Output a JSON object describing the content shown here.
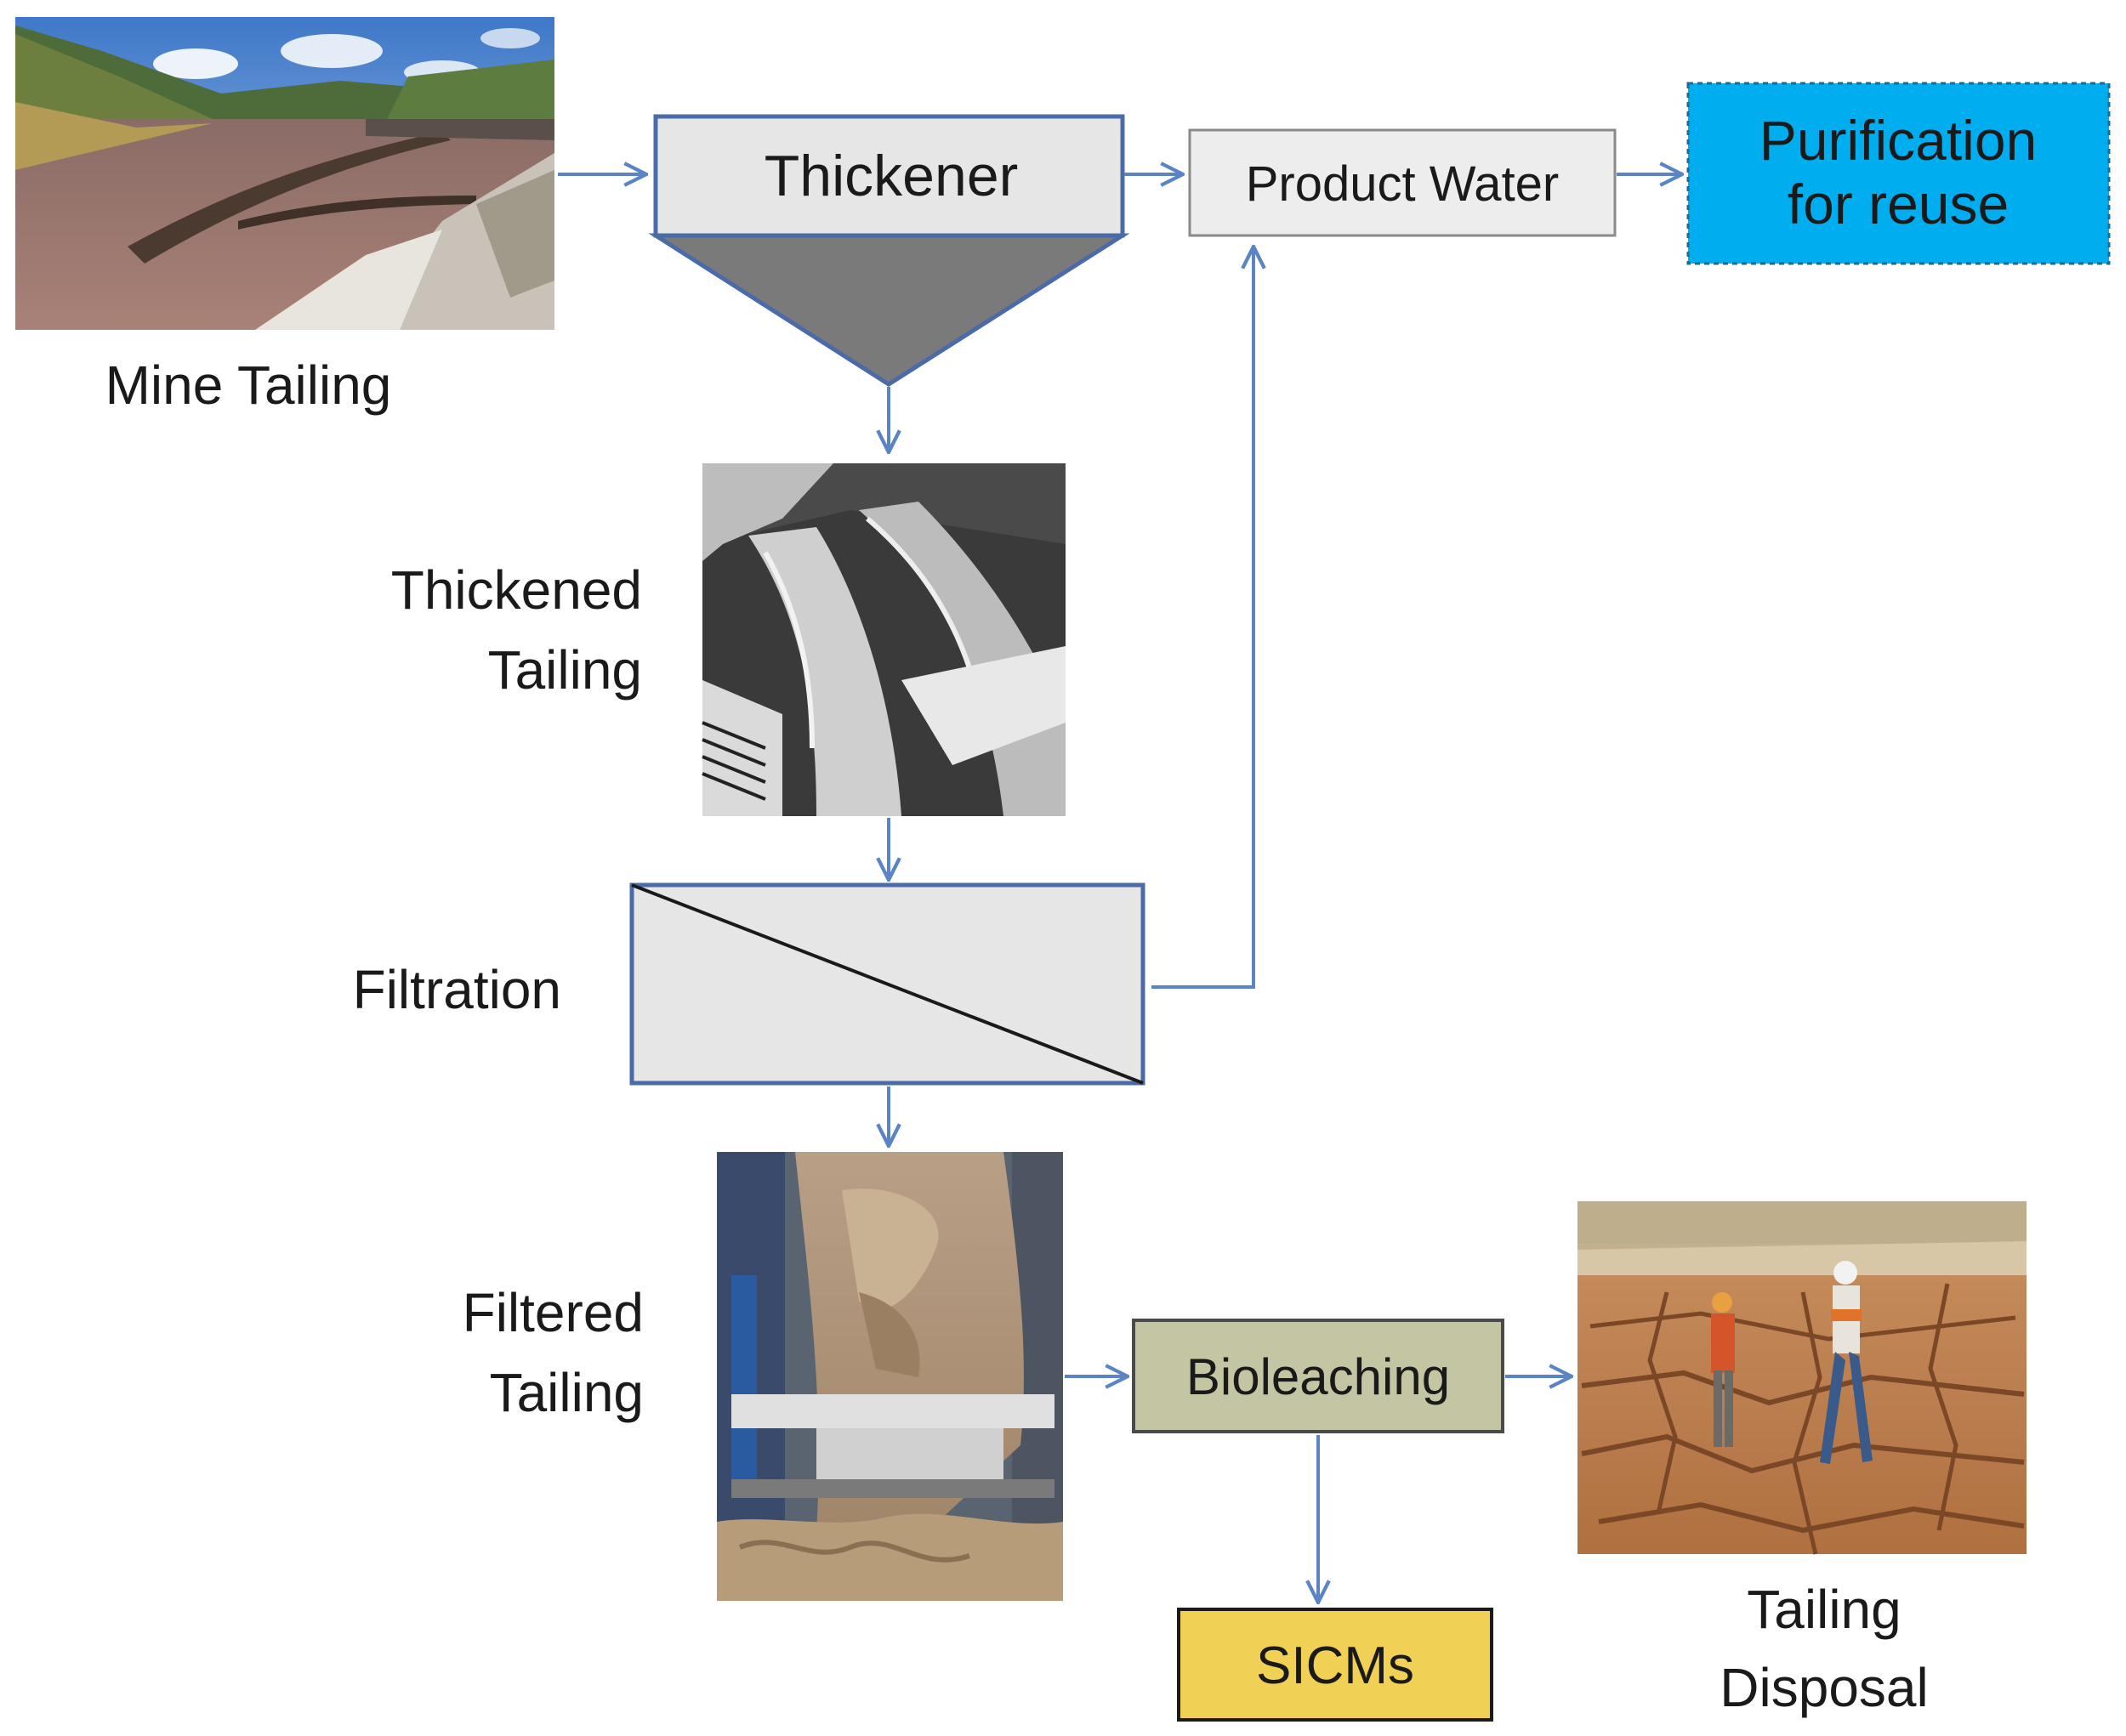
{
  "labels": {
    "mine_tailing": "Mine Tailing",
    "thickened_tailing": [
      "Thickened",
      "Tailing"
    ],
    "filtration": "Filtration",
    "filtered_tailing": [
      "Filtered",
      "Tailing"
    ],
    "tailing_disposal": [
      "Tailing",
      "Disposal"
    ]
  },
  "boxes": {
    "thickener": "Thickener",
    "product_water": "Product Water",
    "purification": [
      "Purification",
      "for reuse"
    ],
    "bioleaching": "Bioleaching",
    "sicms": "SICMs"
  },
  "colors": {
    "arrow": "#5b84c4",
    "box_border": "#4a6aa8",
    "box_fill": "#e6e6e6",
    "thickener_cone": "#7a7a7a",
    "purification_fill": "#00aeef",
    "bioleaching_fill": "#c4c5a3",
    "sicms_fill": "#f0d055"
  },
  "images": [
    {
      "name": "mine-tailing-photo",
      "depicts": "tailings pond with hills and sky"
    },
    {
      "name": "thickened-tailing-photo",
      "depicts": "grey slurry flowing from pipes"
    },
    {
      "name": "filtered-tailing-photo",
      "depicts": "filter cake on a belt filter"
    },
    {
      "name": "tailing-disposal-photo",
      "depicts": "two workers on cracked dry tailings"
    }
  ]
}
